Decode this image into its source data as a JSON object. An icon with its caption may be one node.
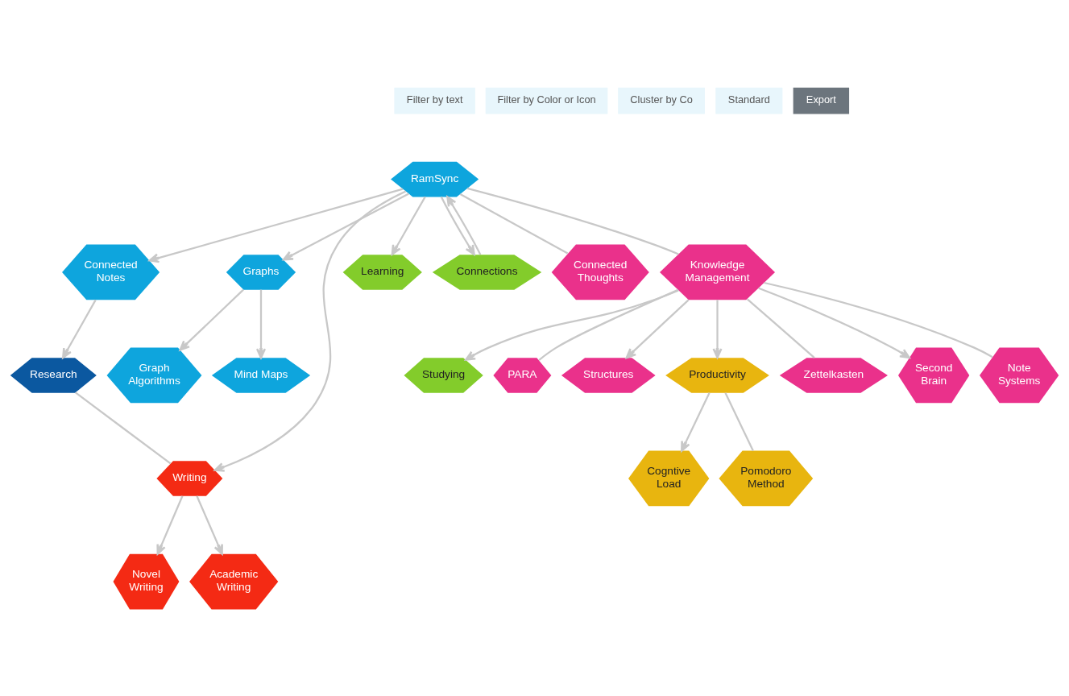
{
  "diagram": {
    "nodes": [
      {
        "text": [
          "Graph Algorithms"
        ]
      },
      {
        "text": [
          "Mind Maps"
        ]
      },
      {
        "text": [
          "Research"
        ]
      },
      {
        "text": [
          "Connected Notes"
        ]
      },
      {
        "text": [
          "Graphs"
        ]
      },
      {
        "text": [
          "RamSync"
        ]
      },
      {
        "text": [
          "Novel Writing"
        ]
      },
      {
        "text": [
          "Writing"
        ]
      },
      {
        "text": [
          "Academic Writing"
        ]
      },
      {
        "text": [
          "Learning"
        ]
      },
      {
        "text": [
          "Connections"
        ]
      },
      {
        "text": [
          "Studying"
        ]
      },
      {
        "text": [
          "PARA"
        ]
      },
      {
        "text": [
          "Connected Thoughts"
        ]
      },
      {
        "text": [
          "Knowledge Management"
        ]
      },
      {
        "text": [
          "Structures"
        ]
      },
      {
        "text": [
          "Cogntive Load"
        ]
      },
      {
        "text": [
          "Productivity"
        ]
      },
      {
        "text": [
          "Zettelkasten"
        ]
      },
      {
        "text": [
          "Second Brain"
        ]
      },
      {
        "text": [
          "Note Systems"
        ]
      },
      {
        "text": [
          "Pomodoro Method"
        ]
      }
    ],
    "edges": [
      {
        "from": 5,
        "to": 4,
        "arrow": "to"
      },
      {
        "from": 4,
        "to": 0,
        "arrow": "to"
      },
      {
        "from": 4,
        "to": 1,
        "arrow": "to"
      },
      {
        "from": 5,
        "to": 3,
        "arrow": "to"
      },
      {
        "from": 3,
        "to": 2,
        "arrow": "to"
      },
      {
        "from": 2,
        "to": 7,
        "arrow": "none"
      },
      {
        "from": 5,
        "to": 7,
        "arrow": "to"
      },
      {
        "from": 7,
        "to": 6,
        "arrow": "to"
      },
      {
        "from": 7,
        "to": 8,
        "arrow": "to"
      },
      {
        "from": 5,
        "to": 9,
        "arrow": "to"
      },
      {
        "from": 10,
        "to": 5,
        "arrow": "to"
      },
      {
        "from": 5,
        "to": 10,
        "arrow": "to"
      },
      {
        "from": 5,
        "to": 13,
        "arrow": "none"
      },
      {
        "from": 5,
        "to": 14,
        "arrow": "none"
      },
      {
        "from": 14,
        "to": 12,
        "arrow": "none"
      },
      {
        "from": 14,
        "to": 11,
        "arrow": "to"
      },
      {
        "from": 14,
        "to": 15,
        "arrow": "to"
      },
      {
        "from": 14,
        "to": 17,
        "arrow": "to"
      },
      {
        "from": 14,
        "to": 18,
        "arrow": "none"
      },
      {
        "from": 14,
        "to": 20,
        "arrow": "none"
      },
      {
        "from": 14,
        "to": 19,
        "arrow": "to"
      },
      {
        "from": 17,
        "to": 16,
        "arrow": "to"
      },
      {
        "from": 17,
        "to": 21,
        "arrow": "none"
      }
    ],
    "labels": [
      "Filter by text",
      "Filter by Color or Icon",
      "Cluster by Co",
      "Standard",
      "Export"
    ]
  }
}
